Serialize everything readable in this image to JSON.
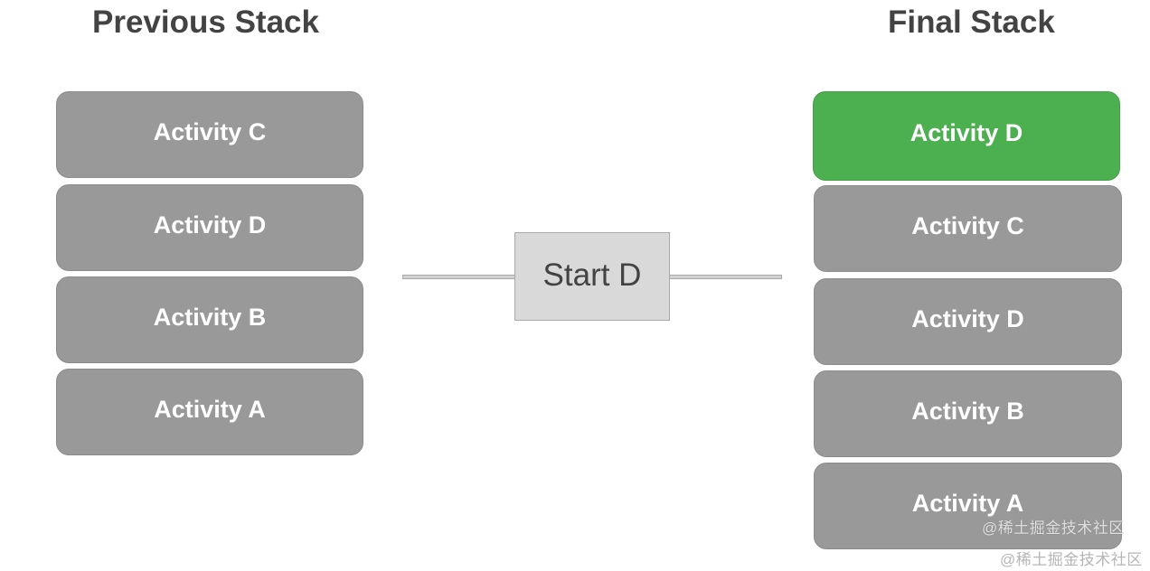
{
  "previous_stack": {
    "title": "Previous Stack",
    "items": [
      {
        "label": "Activity C"
      },
      {
        "label": "Activity D"
      },
      {
        "label": "Activity B"
      },
      {
        "label": "Activity A"
      }
    ]
  },
  "action": {
    "label": "Start D"
  },
  "final_stack": {
    "title": "Final Stack",
    "items": [
      {
        "label": "Activity D",
        "highlighted": true
      },
      {
        "label": "Activity C"
      },
      {
        "label": "Activity D"
      },
      {
        "label": "Activity B"
      },
      {
        "label": "Activity A"
      }
    ]
  },
  "colors": {
    "stack_item": "#999999",
    "highlight": "#4caf50",
    "action_box": "#d9d9d9",
    "title_text": "#434343"
  },
  "watermark": {
    "text": "@稀土掘金技术社区"
  }
}
